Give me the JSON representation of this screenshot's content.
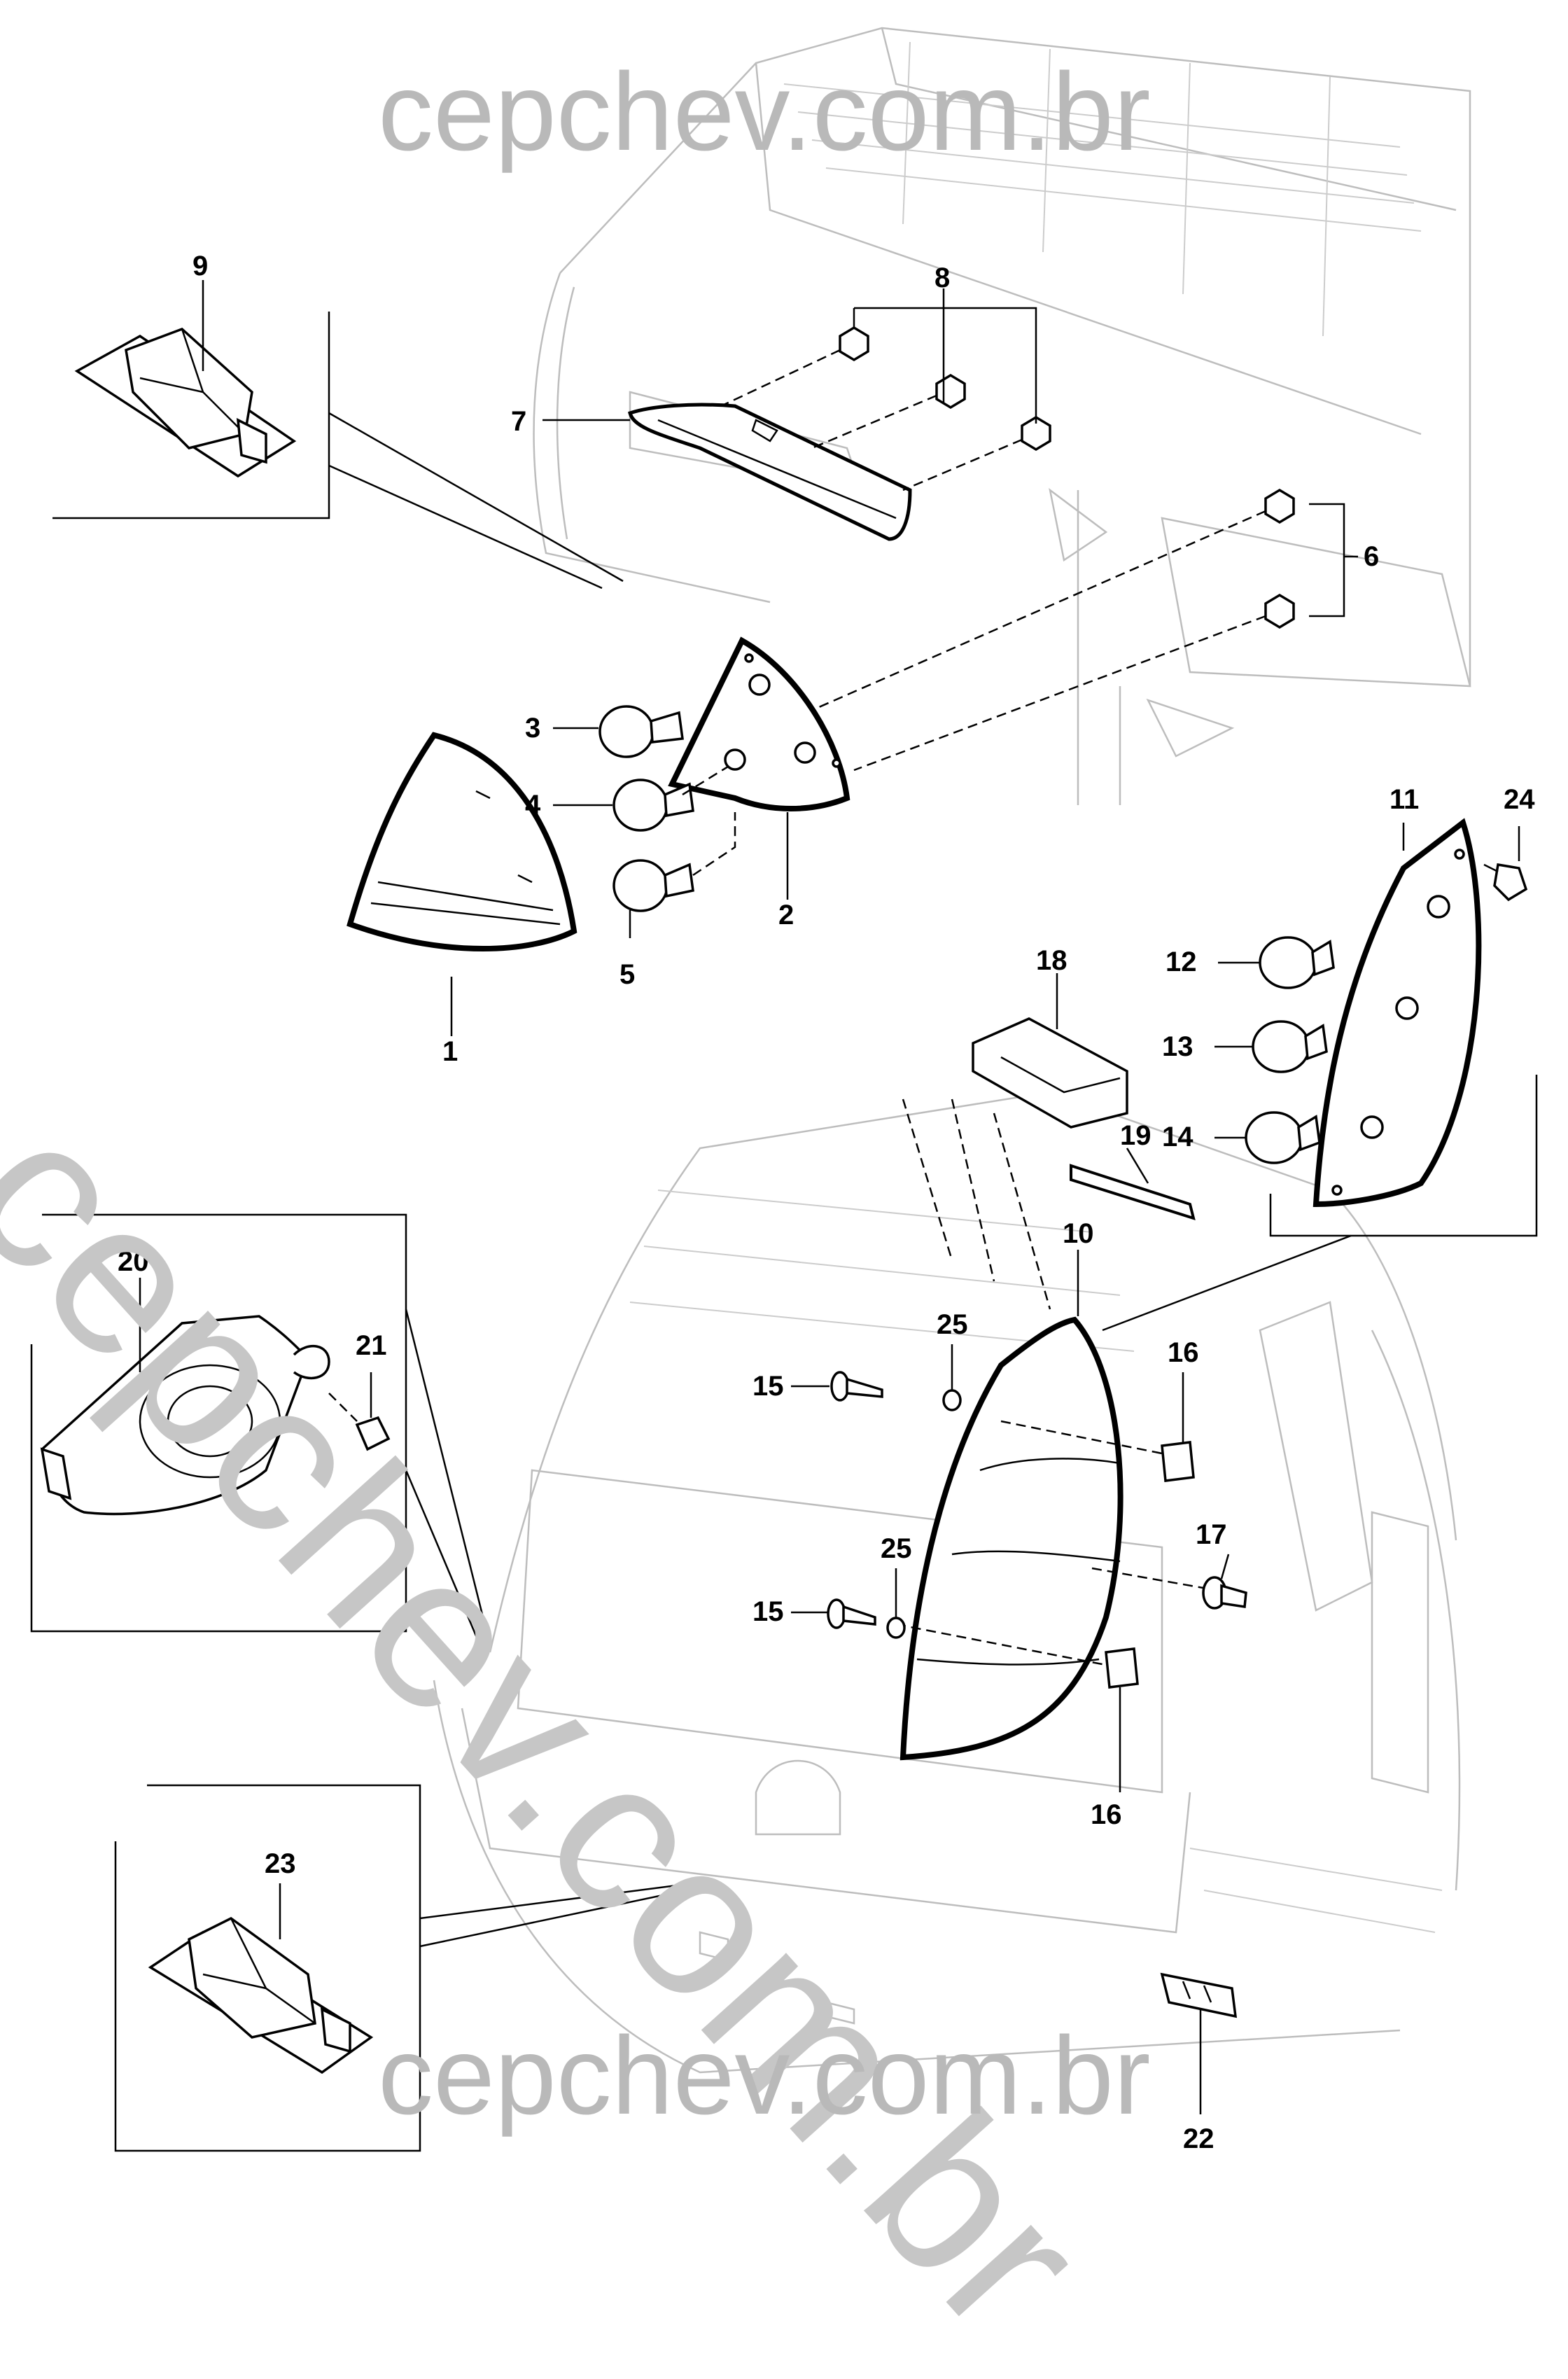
{
  "watermarks": {
    "top": "cepchev.com.br",
    "bottom": "cepchev.com.br",
    "diagonal": "cepchev.com.br"
  },
  "callouts": {
    "c1": "1",
    "c2": "2",
    "c3": "3",
    "c4": "4",
    "c5": "5",
    "c6": "6",
    "c7": "7",
    "c8": "8",
    "c9": "9",
    "c10": "10",
    "c11": "11",
    "c12": "12",
    "c13": "13",
    "c14": "14",
    "c15a": "15",
    "c15b": "15",
    "c16a": "16",
    "c16b": "16",
    "c17": "17",
    "c18": "18",
    "c19": "19",
    "c20": "20",
    "c21": "21",
    "c22": "22",
    "c23": "23",
    "c24": "24",
    "c25a": "25",
    "c25b": "25"
  }
}
